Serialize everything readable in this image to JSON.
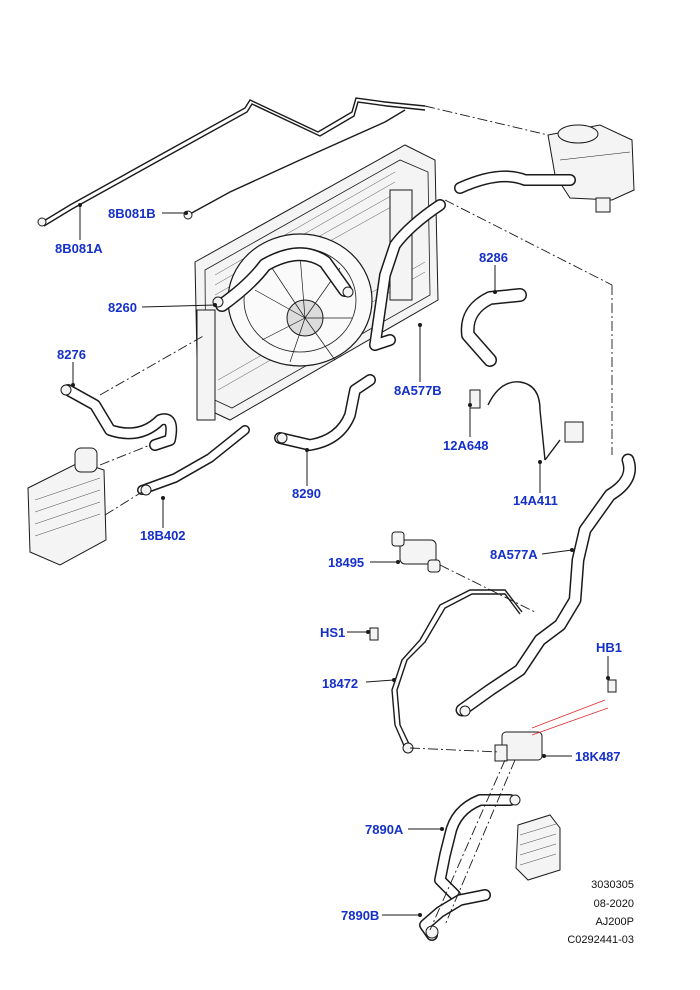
{
  "diagram": {
    "callouts": [
      {
        "id": "8B081A",
        "label": "8B081A"
      },
      {
        "id": "8B081B",
        "label": "8B081B"
      },
      {
        "id": "8286",
        "label": "8286"
      },
      {
        "id": "8260",
        "label": "8260"
      },
      {
        "id": "8276",
        "label": "8276"
      },
      {
        "id": "8A577B",
        "label": "8A577B"
      },
      {
        "id": "12A648",
        "label": "12A648"
      },
      {
        "id": "14A411",
        "label": "14A411"
      },
      {
        "id": "8290",
        "label": "8290"
      },
      {
        "id": "18B402",
        "label": "18B402"
      },
      {
        "id": "8A577A",
        "label": "8A577A"
      },
      {
        "id": "18495",
        "label": "18495"
      },
      {
        "id": "HS1",
        "label": "HS1"
      },
      {
        "id": "HB1",
        "label": "HB1"
      },
      {
        "id": "18472",
        "label": "18472"
      },
      {
        "id": "18K487",
        "label": "18K487"
      },
      {
        "id": "7890A",
        "label": "7890A"
      },
      {
        "id": "7890B",
        "label": "7890B"
      }
    ],
    "reference": {
      "code": "3030305",
      "date": "08-2020",
      "model": "AJ200P",
      "figure_id": "C0292441-03"
    },
    "colors": {
      "callout": "#1530c8",
      "line": "#1a1a1a",
      "highlight": "#e03030"
    }
  }
}
